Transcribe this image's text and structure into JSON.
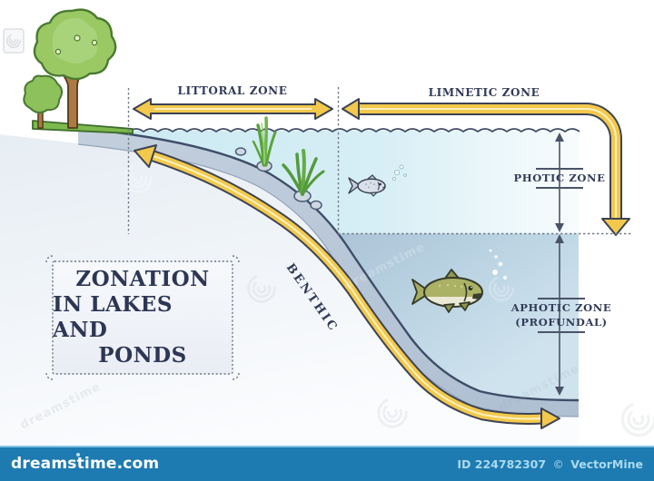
{
  "title_box": {
    "line1": "ZONATION",
    "line2": "IN LAKES AND",
    "line3": "PONDS"
  },
  "zone_labels": {
    "littoral": "LITTORAL ZONE",
    "limnetic": "LIMNETIC ZONE",
    "photic": "PHOTIC ZONE",
    "aphotic_line1": "APHOTIC ZONE",
    "aphotic_line2": "(PROFUNDAL)",
    "benthic": "BENTHIC"
  },
  "watermark": {
    "brand": "dreamstime",
    "corner_logo": "dreamstime-spiral-logo"
  },
  "footer": {
    "site": "dreamstime.com",
    "image_id": "ID 224782307",
    "copyright": "©",
    "credit": "VectorMine"
  },
  "colors": {
    "arrow_yellow": "#f2c94c",
    "outline_dark": "#3d4354",
    "text_navy": "#2d3654",
    "water_photic": "#cfeaf3",
    "water_aphotic": "#9fb5ca",
    "slope_band": "#b7c5d6",
    "grass_green": "#7cb94e",
    "tree_green": "#9ac964",
    "trunk_brown": "#ad7a44",
    "footer_bar": "#1e7bb1"
  },
  "illustrations": {
    "big_tree": "tree-icon",
    "small_tree": "small-tree-icon",
    "reed_plant": "reed-plant-icon",
    "fern_plant": "fern-plant-icon",
    "small_fish": "fish-icon",
    "large_fish": "fish-icon",
    "stones": "stone-icon",
    "bubbles": "bubbles-icon"
  }
}
